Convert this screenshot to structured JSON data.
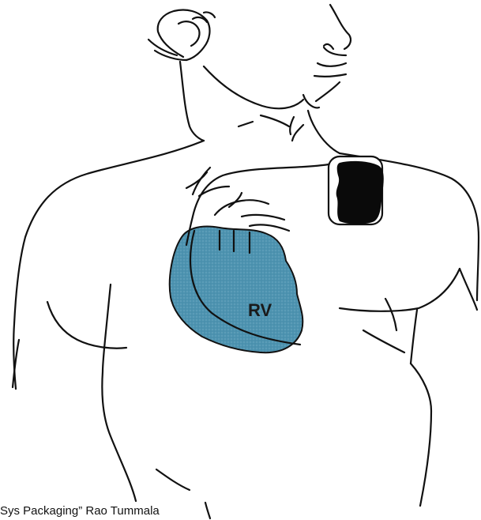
{
  "diagram": {
    "heart_label": "RV",
    "caption": "Sys Packaging” Rao Tummala"
  },
  "colors": {
    "heart_fill": "#4d93b0",
    "device_fill": "#0a0a0a",
    "line": "#111111",
    "background": "#ffffff"
  },
  "icons": [
    "human-torso-outline",
    "heart",
    "implanted-pacemaker",
    "pacing-lead"
  ]
}
